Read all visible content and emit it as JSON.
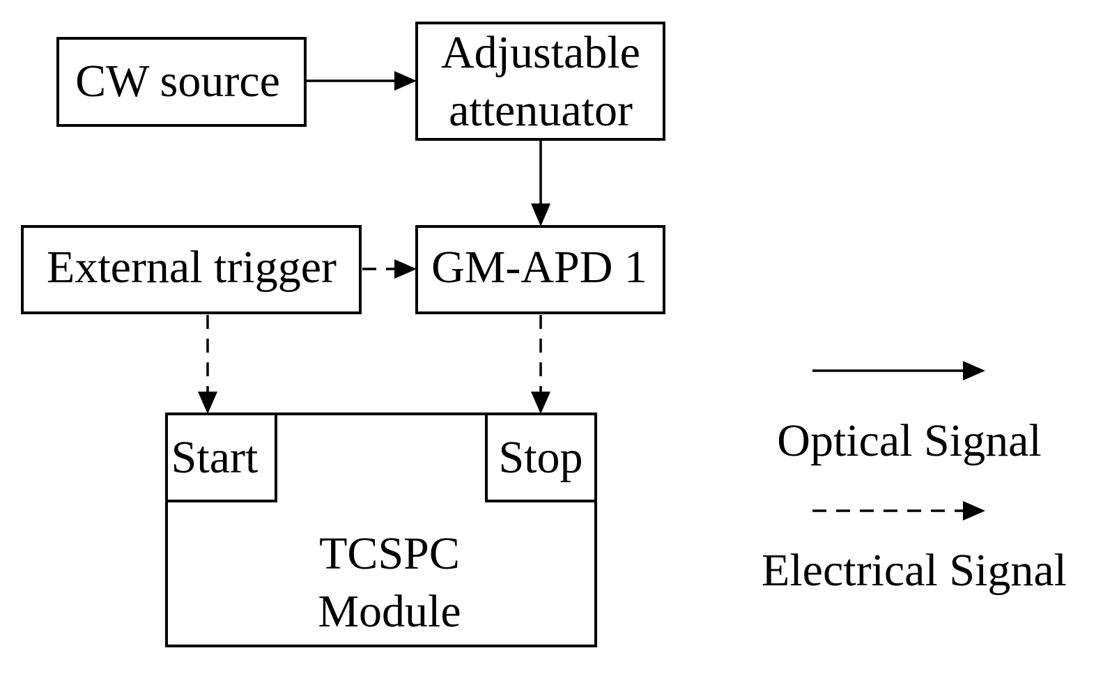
{
  "blocks": {
    "cw_source": "CW source",
    "attenuator_line1": "Adjustable",
    "attenuator_line2": "attenuator",
    "external_trigger": "External trigger",
    "gm_apd": "GM-APD 1",
    "tcspc_line1": "TCSPC",
    "tcspc_line2": "Module",
    "start_port": "Start",
    "stop_port": "Stop"
  },
  "legend": {
    "optical": "Optical Signal",
    "electrical": "Electrical Signal"
  },
  "connections": [
    {
      "from": "CW source",
      "to": "Adjustable attenuator",
      "type": "optical"
    },
    {
      "from": "Adjustable attenuator",
      "to": "GM-APD 1",
      "type": "optical"
    },
    {
      "from": "External trigger",
      "to": "GM-APD 1",
      "type": "electrical"
    },
    {
      "from": "External trigger",
      "to": "Start",
      "type": "electrical"
    },
    {
      "from": "GM-APD 1",
      "to": "Stop",
      "type": "electrical"
    }
  ],
  "colors": {
    "stroke": "#000000",
    "background": "#ffffff"
  }
}
